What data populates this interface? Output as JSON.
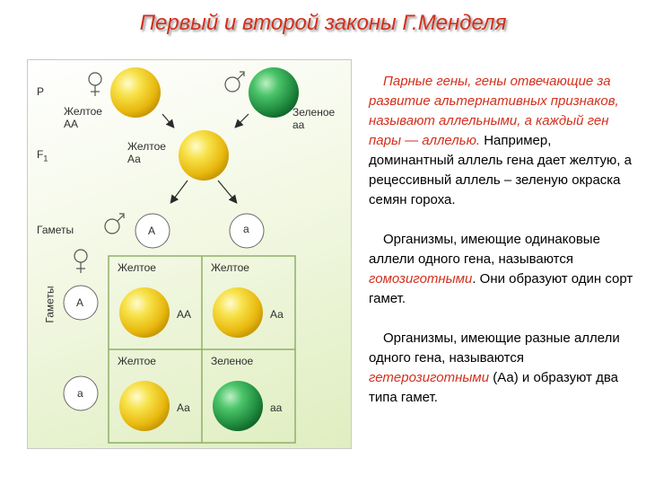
{
  "title": "Первый и второй законы Г.Менделя",
  "figure": {
    "row_p": "P",
    "row_f1": "F",
    "row_f1_sub": "1",
    "row_gametes": "Гаметы",
    "col_gametes": "Гаметы",
    "parent_female": {
      "name": "Желтое",
      "genotype": "АА"
    },
    "parent_male": {
      "name": "Зеленое",
      "genotype": "аа"
    },
    "f1": {
      "name": "Желтое",
      "genotype": "Аа"
    },
    "gamete_male_1": "А",
    "gamete_male_2": "а",
    "gamete_female_1": "А",
    "gamete_female_2": "а",
    "cells": [
      {
        "name": "Желтое",
        "genotype": "АА"
      },
      {
        "name": "Желтое",
        "genotype": "Аа"
      },
      {
        "name": "Желтое",
        "genotype": "Аа"
      },
      {
        "name": "Зеленое",
        "genotype": "аа"
      }
    ],
    "colors": {
      "yellow": "#f2d21a",
      "green": "#2e9b4c"
    }
  },
  "text": {
    "p1_italic": "Парные гены, гены отвечающие за развитие альтернативных признаков, называют аллельными, а каждый ген пары — аллелью.",
    "p1_normal": " Например, доминантный аллель гена дает желтую, а рецессивный аллель – зеленую окраска семян гороха.",
    "p2_before": "Организмы, имеющие одинаковые аллели одного гена, называются ",
    "p2_term": "гомозиготными",
    "p2_after": ". Они образуют один сорт гамет.",
    "p3_before": "Организмы, имеющие разные аллели одного гена, называются ",
    "p3_term": "гетерозиготными",
    "p3_after": " (Аа) и образуют два типа гамет."
  }
}
